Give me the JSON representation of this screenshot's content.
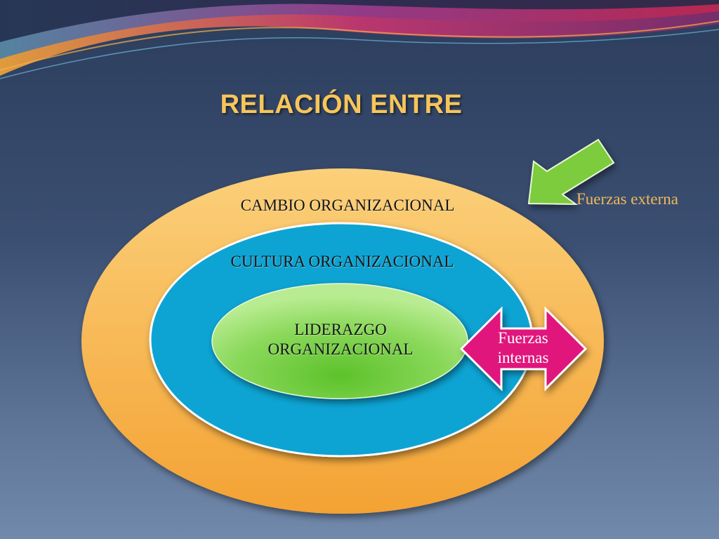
{
  "slide": {
    "title": "RELACIÓN ENTRE",
    "outer_label": "CAMBIO ORGANIZACIONAL",
    "middle_label": "CULTURA ORGANIZACIONAL",
    "inner_label_line1": "LIDERAZGO",
    "inner_label_line2": "ORGANIZACIONAL",
    "external_forces_label": "Fuerzas externa",
    "internal_forces_line1": "Fuerzas",
    "internal_forces_line2": "internas"
  },
  "colors": {
    "background_top": "#2c3d5c",
    "background_bottom": "#7189ab",
    "title": "#f6c55a",
    "outer_ellipse": "#f8b64b",
    "middle_ellipse": "#08a4d4",
    "inner_ellipse": "#7fd34f",
    "external_arrow": "#7ccc3c",
    "internal_arrow": "#e0137d",
    "label_text": "#161616",
    "external_label_text": "#f1b957",
    "internal_label_text": "#ffffff"
  },
  "icons": {
    "external_arrow": "arrow-down-left-icon",
    "internal_arrow": "double-arrow-horizontal-icon"
  }
}
